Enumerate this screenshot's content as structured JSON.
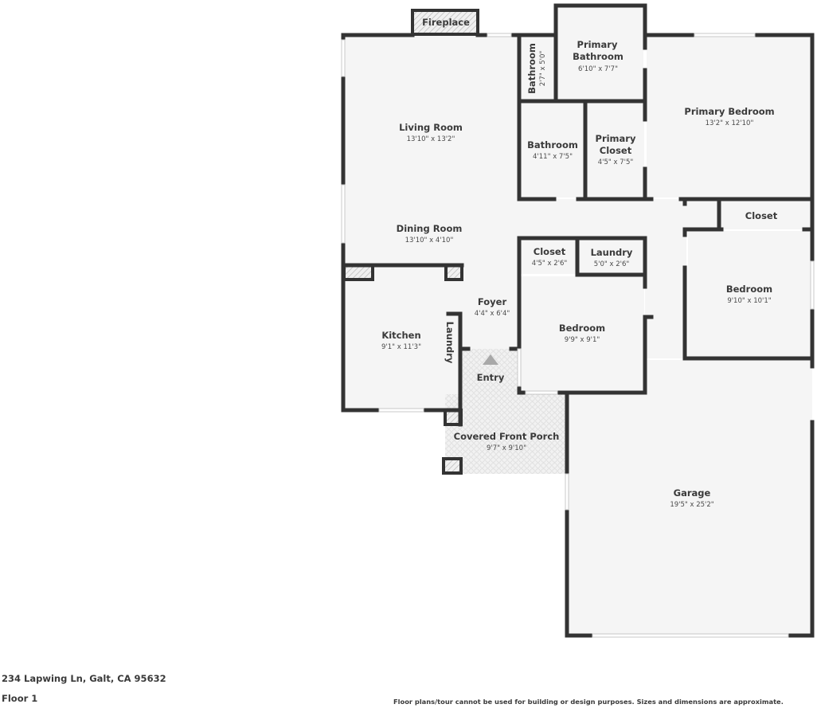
{
  "plan": {
    "address": "234 Lapwing Ln, Galt, CA 95632",
    "floor_label": "Floor 1",
    "disclaimer": "Floor plans/tour cannot be used for building or design purposes. Sizes and dimensions are approximate.",
    "colors": {
      "wall": "#333333",
      "floor": "#f5f5f5",
      "background": "#ffffff",
      "text": "#3a3a3a",
      "hatch": "#bbbbbb",
      "entry_arrow": "#a8a8a8"
    },
    "rooms": {
      "fireplace": {
        "name": "Fireplace"
      },
      "bathroom_small": {
        "name": "Bathroom",
        "dims": "2'7\" x 5'0\""
      },
      "primary_bathroom": {
        "name_line1": "Primary",
        "name_line2": "Bathroom",
        "dims": "6'10\" x 7'7\""
      },
      "primary_bedroom": {
        "name": "Primary Bedroom",
        "dims": "13'2\" x 12'10\""
      },
      "living_room": {
        "name": "Living Room",
        "dims": "13'10\" x 13'2\""
      },
      "bathroom": {
        "name": "Bathroom",
        "dims": "4'11\" x 7'5\""
      },
      "primary_closet": {
        "name_line1": "Primary",
        "name_line2": "Closet",
        "dims": "4'5\" x 7'5\""
      },
      "closet_right": {
        "name": "Closet"
      },
      "dining_room": {
        "name": "Dining Room",
        "dims": "13'10\" x 4'10\""
      },
      "closet_mid": {
        "name": "Closet",
        "dims": "4'5\" x 2'6\""
      },
      "laundry_mid": {
        "name": "Laundry",
        "dims": "5'0\" x 2'6\""
      },
      "bedroom_right": {
        "name": "Bedroom",
        "dims": "9'10\" x 10'1\""
      },
      "foyer": {
        "name": "Foyer",
        "dims": "4'4\" x 6'4\""
      },
      "bedroom_mid": {
        "name": "Bedroom",
        "dims": "9'9\" x 9'1\""
      },
      "kitchen": {
        "name": "Kitchen",
        "dims": "9'1\" x 11'3\""
      },
      "laundry_kitchen": {
        "name": "Laundry"
      },
      "entry": {
        "name": "Entry"
      },
      "covered_front_porch": {
        "name": "Covered Front Porch",
        "dims": "9'7\" x 9'10\""
      },
      "garage": {
        "name": "Garage",
        "dims": "19'5\" x 25'2\""
      }
    }
  }
}
